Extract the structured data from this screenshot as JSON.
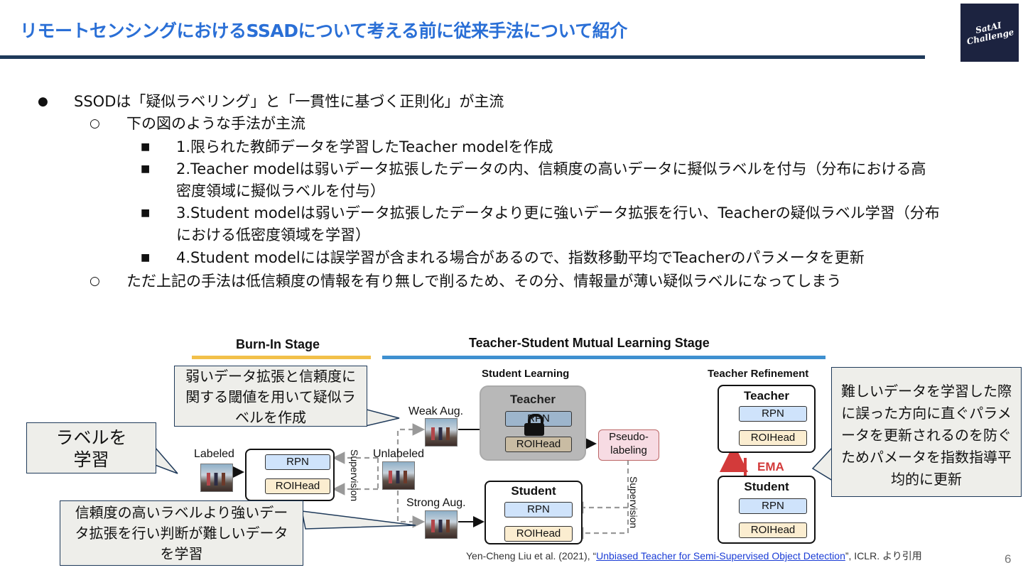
{
  "slide": {
    "title": "リモートセンシングにおけるSSADについて考える前に従来手法について紹介",
    "logo_text_line1": "SatAI",
    "logo_text_line2": "Challenge",
    "page_number": "6"
  },
  "bullets": [
    {
      "level": 1,
      "marker": "●",
      "text": "SSODは「疑似ラベリング」と「一貫性に基づく正則化」が主流"
    },
    {
      "level": 2,
      "marker": "○",
      "text": "下の図のような手法が主流"
    },
    {
      "level": 3,
      "marker": "■",
      "text": "1.限られた教師データを学習したTeacher modelを作成"
    },
    {
      "level": 3,
      "marker": "■",
      "text": "2.Teacher modelは弱いデータ拡張したデータの内、信頼度の高いデータに擬似ラベルを付与（分布における高"
    },
    {
      "level": 3,
      "marker": "",
      "text": "密度領域に擬似ラベルを付与）"
    },
    {
      "level": 3,
      "marker": "■",
      "text": "3.Student modelは弱いデータ拡張したデータより更に強いデータ拡張を行い、Teacherの疑似ラベル学習（分布"
    },
    {
      "level": 3,
      "marker": "",
      "text": "における低密度領域を学習）"
    },
    {
      "level": 3,
      "marker": "■",
      "text": "4.Student modelには誤学習が含まれる場合があるので、指数移動平均でTeacherのパラメータを更新"
    },
    {
      "level": 2,
      "marker": "○",
      "text": "ただ上記の手法は低信頼度の情報を有り無しで削るため、その分、情報量が薄い疑似ラベルになってしまう"
    }
  ],
  "diagram": {
    "burn_in_stage": "Burn-In Stage",
    "mutual_stage": "Teacher-Student Mutual Learning Stage",
    "student_learning": "Student Learning",
    "teacher_refinement": "Teacher Refinement",
    "labeled": "Labeled",
    "unlabeled": "Unlabeled",
    "weak_aug": "Weak Aug.",
    "strong_aug": "Strong Aug.",
    "rpn": "RPN",
    "roihead": "ROIHead",
    "teacher": "Teacher",
    "student": "Student",
    "pseudo_labeling": "Pseudo-\nlabeling",
    "supervision": "Supervision",
    "ema": "EMA",
    "colors": {
      "burn_in_bar": "#f2c04a",
      "mutual_bar": "#3e90d0",
      "rpn_fill": "#cfe3fb",
      "roi_fill": "#fbedd0",
      "ema": "#d33a3a",
      "pseudo_fill": "#f7dbe3"
    }
  },
  "callouts": {
    "weak_label": "弱いデータ拡張と信頼度に関する閾値を用いて疑似ラベルを作成",
    "learn_label": "ラベルを\n学習",
    "strong_label": "信頼度の高いラベルより強いデータ拡張を行い判断が難しいデータを学習",
    "ema_label": "難しいデータを学習した際に誤った方向に直ぐパラメータを更新されるのを防ぐためパメータを指数指導平均的に更新"
  },
  "citation": {
    "prefix": "Yen-Cheng Liu et al. (2021), “",
    "link_text": "Unbiased Teacher for Semi-Supervised Object Detection",
    "suffix": "”, ICLR. より引用"
  }
}
